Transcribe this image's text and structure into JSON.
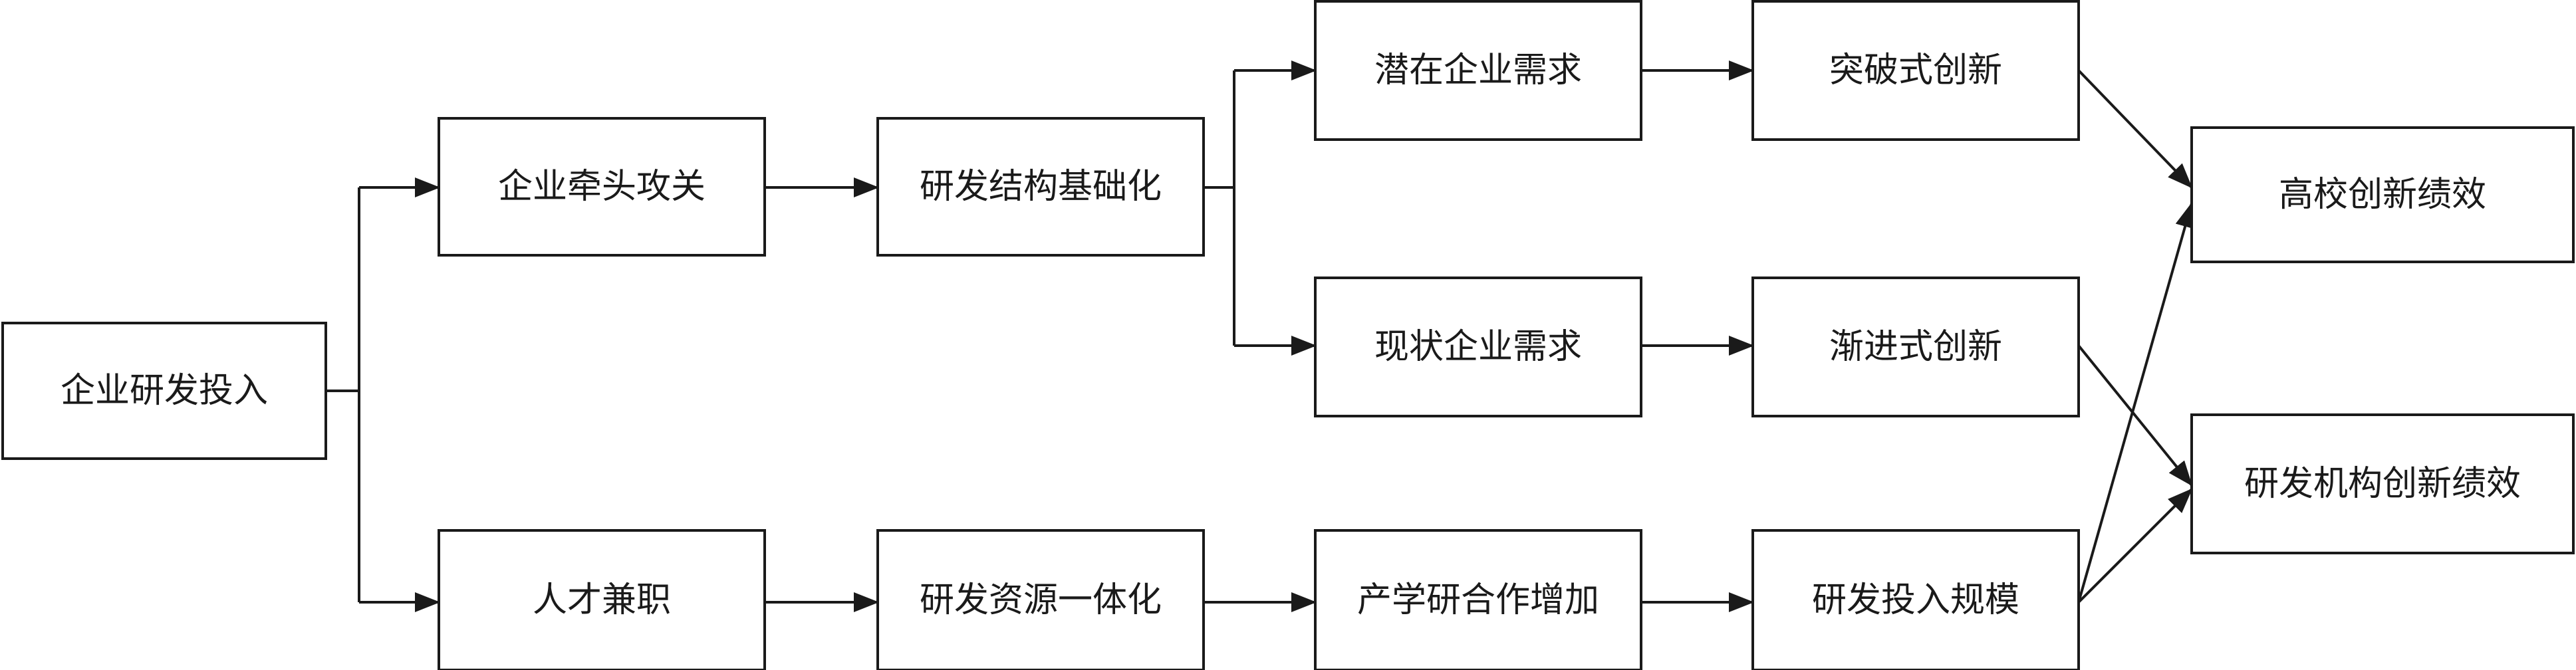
{
  "nodes": {
    "enterprise_rd_input": "企业研发投入",
    "enterprise_lead_tackling": "企业牵头攻关",
    "talent_part_time": "人才兼职",
    "rd_structure_basic": "研发结构基础化",
    "rd_resource_integration": "研发资源一体化",
    "potential_demand": "潜在企业需求",
    "current_demand": "现状企业需求",
    "iur_cooperation_increase": "产学研合作增加",
    "breakthrough_innovation": "突破式创新",
    "incremental_innovation": "渐进式创新",
    "rd_input_scale": "研发投入规模",
    "university_performance": "高校创新绩效",
    "institute_performance": "研发机构创新绩效"
  }
}
